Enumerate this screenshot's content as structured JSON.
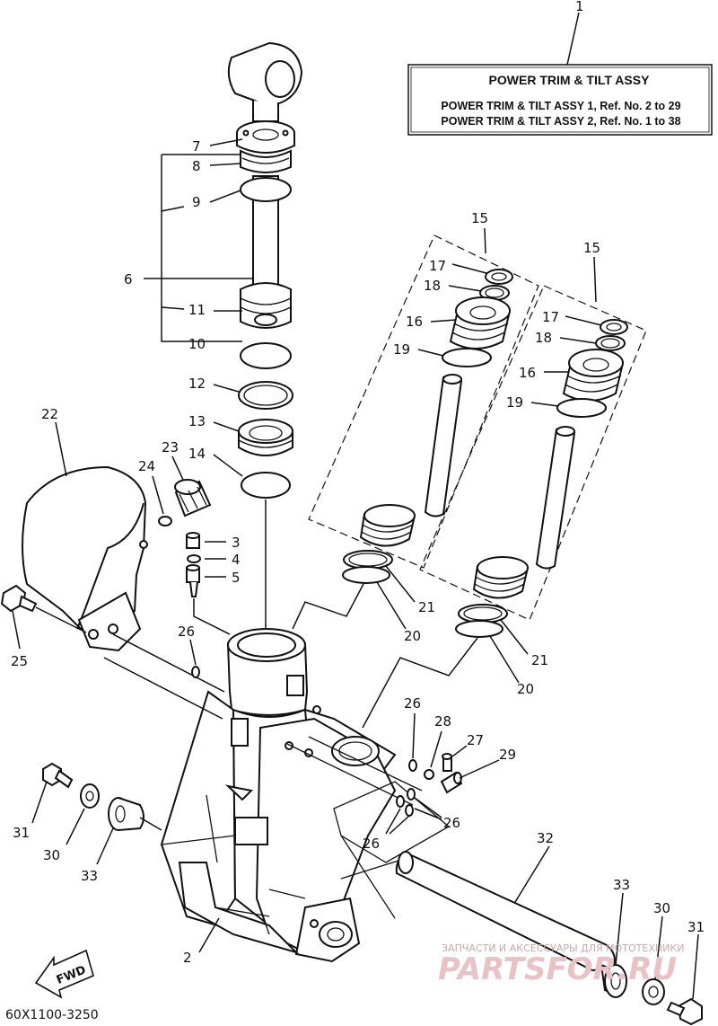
{
  "title_box": {
    "heading": "POWER TRIM & TILT ASSY",
    "line1": "POWER TRIM & TILT ASSY 1,  Ref. No. 2 to 29",
    "line2": "POWER TRIM & TILT ASSY 2,  Ref. No. 1 to 38"
  },
  "labels": {
    "n1": "1",
    "n2": "2",
    "n3": "3",
    "n4": "4",
    "n5": "5",
    "n6": "6",
    "n7": "7",
    "n8": "8",
    "n9": "9",
    "n10": "10",
    "n11": "11",
    "n12": "12",
    "n13": "13",
    "n14": "14",
    "n15": "15",
    "n16": "16",
    "n17": "17",
    "n18": "18",
    "n19": "19",
    "n20": "20",
    "n21": "21",
    "n22": "22",
    "n23": "23",
    "n24": "24",
    "n25": "25",
    "n26": "26",
    "n27": "27",
    "n28": "28",
    "n29": "29",
    "n30": "30",
    "n31": "31",
    "n32": "32",
    "n33": "33"
  },
  "fwd_label": "FWD",
  "diagram_code": "60X1100-3250",
  "watermark": {
    "line1": "ЗАПЧАСТИ И АКСЕССУАРЫ ДЛЯ МОТОТЕХНИКИ",
    "line2": "PARTSFOR.RU"
  }
}
